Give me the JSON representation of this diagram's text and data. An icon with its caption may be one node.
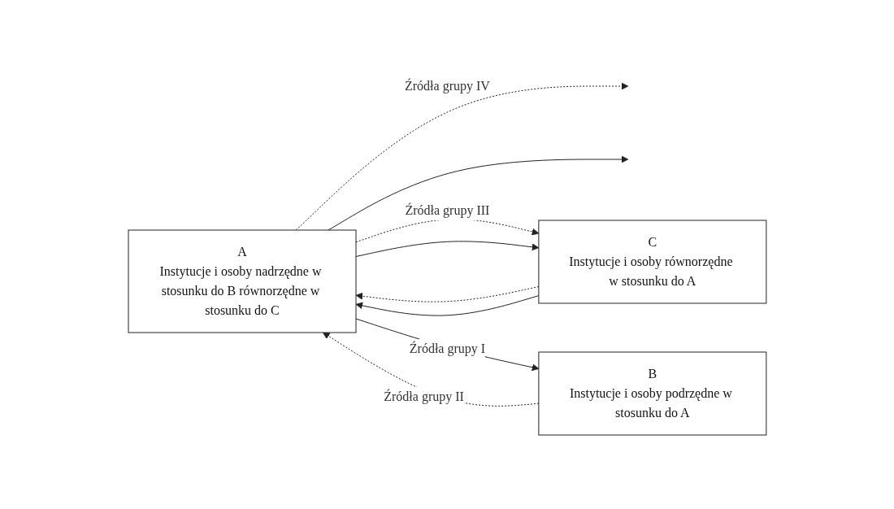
{
  "diagram": {
    "nodes": [
      {
        "text": [
          "A",
          "Instytucje i osoby nadrzędne w stosunku do B równorzędne w stosunku do C"
        ]
      },
      {
        "text": [
          "C",
          "Instytucje i osoby równorzędne w stosunku do A"
        ]
      },
      {
        "text": [
          "B",
          "Instytucje i osoby podrzędne w stosunku do A"
        ]
      }
    ],
    "edges": [
      {
        "from": 0,
        "to": null,
        "arrow": "to",
        "label": "Źródła grupy IV",
        "style": "dashed"
      },
      {
        "from": 0,
        "to": null,
        "arrow": "to"
      },
      {
        "from": 0,
        "to": 1,
        "arrow": "to",
        "label": "Źródła grupy III",
        "style": "dashed"
      },
      {
        "from": 0,
        "to": 1,
        "arrow": "to"
      },
      {
        "from": 1,
        "to": 0,
        "arrow": "to",
        "style": "dashed"
      },
      {
        "from": 1,
        "to": 0,
        "arrow": "to"
      },
      {
        "from": 0,
        "to": 2,
        "arrow": "to",
        "label": "Źródła grupy I"
      },
      {
        "from": 2,
        "to": 0,
        "arrow": "to",
        "label": "Źródła grupy II",
        "style": "dashed"
      }
    ]
  }
}
